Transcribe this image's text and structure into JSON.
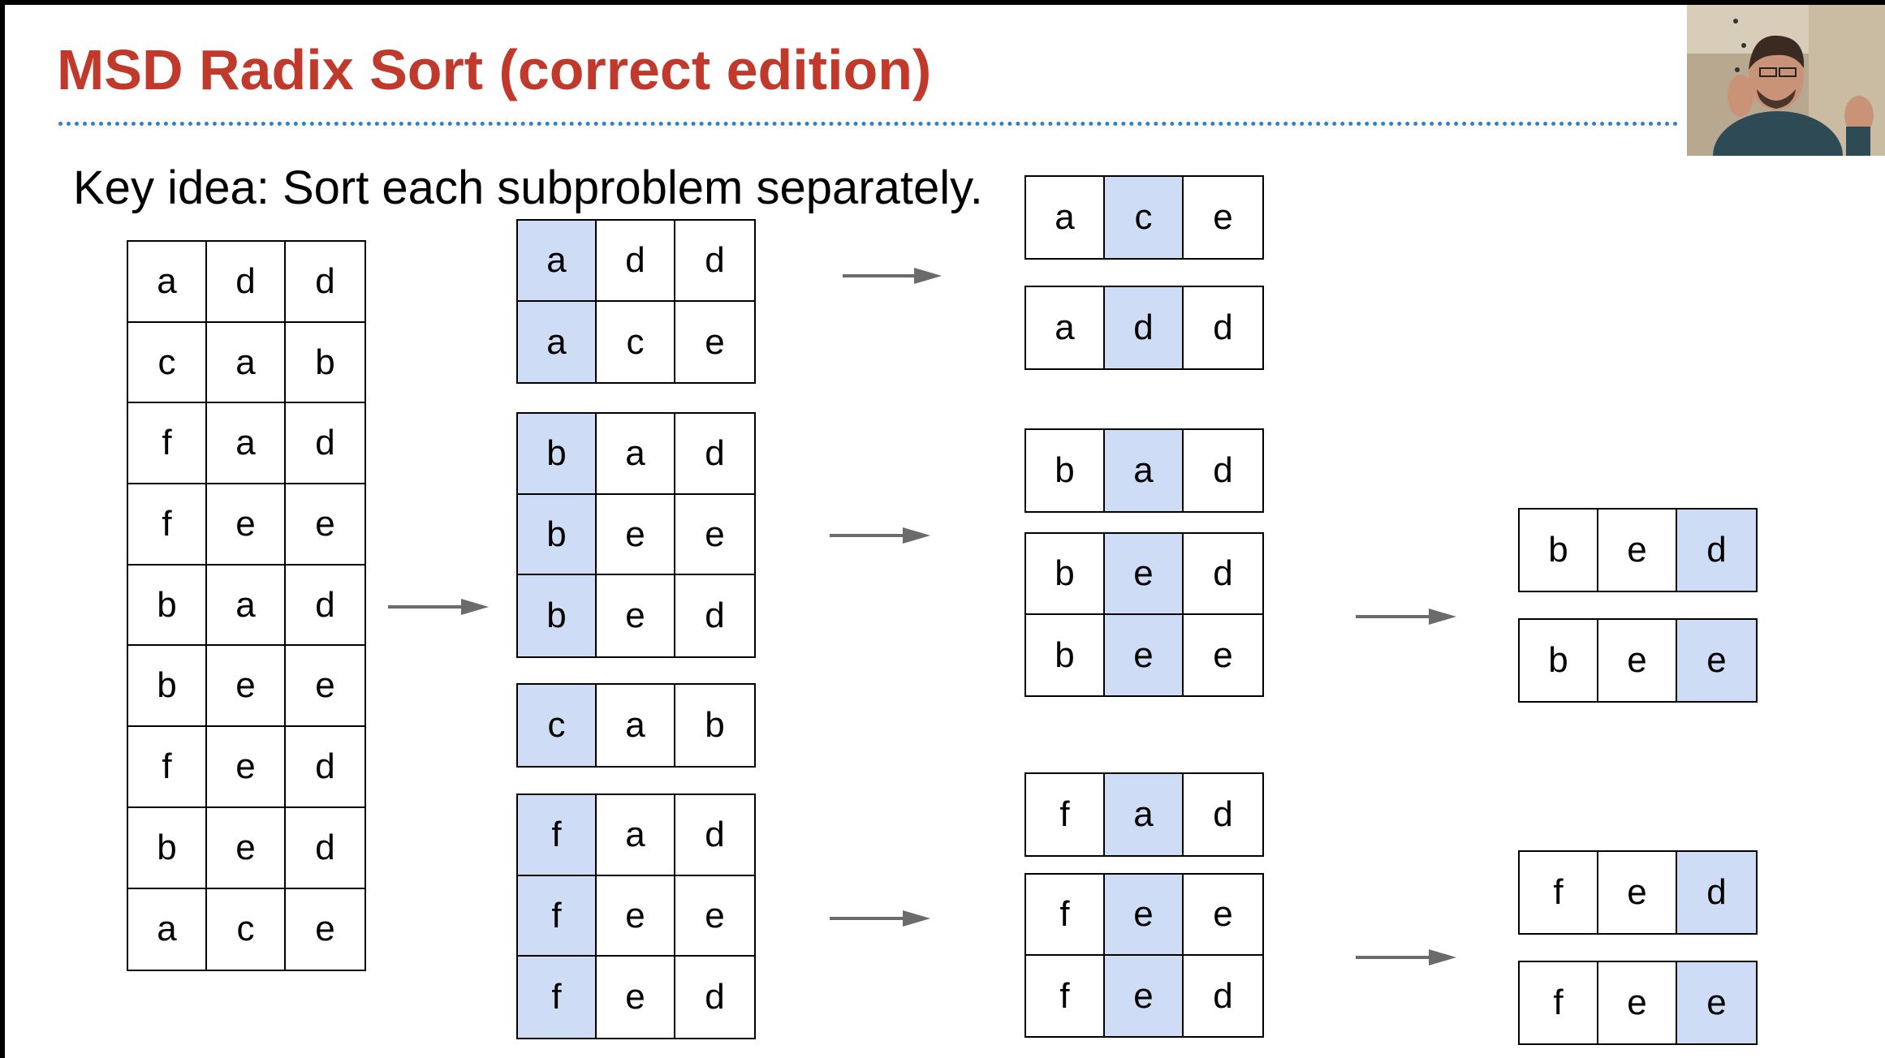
{
  "slide": {
    "title": "MSD Radix Sort (correct edition)",
    "key_idea": "Key idea: Sort each subproblem separately."
  },
  "colors": {
    "title": "#c0392b",
    "highlight": "#cfdcf5",
    "rule": "#2f80c8",
    "arrow": "#6b6b6b"
  },
  "tables": {
    "input": [
      [
        "a",
        "d",
        "d"
      ],
      [
        "c",
        "a",
        "b"
      ],
      [
        "f",
        "a",
        "d"
      ],
      [
        "f",
        "e",
        "e"
      ],
      [
        "b",
        "a",
        "d"
      ],
      [
        "b",
        "e",
        "e"
      ],
      [
        "f",
        "e",
        "d"
      ],
      [
        "b",
        "e",
        "d"
      ],
      [
        "a",
        "c",
        "e"
      ]
    ],
    "group_a": [
      [
        "a",
        "d",
        "d"
      ],
      [
        "a",
        "c",
        "e"
      ]
    ],
    "group_b": [
      [
        "b",
        "a",
        "d"
      ],
      [
        "b",
        "e",
        "e"
      ],
      [
        "b",
        "e",
        "d"
      ]
    ],
    "group_c": [
      [
        "c",
        "a",
        "b"
      ]
    ],
    "group_f": [
      [
        "f",
        "a",
        "d"
      ],
      [
        "f",
        "e",
        "e"
      ],
      [
        "f",
        "e",
        "d"
      ]
    ],
    "ace": [
      [
        "a",
        "c",
        "e"
      ]
    ],
    "add": [
      [
        "a",
        "d",
        "d"
      ]
    ],
    "bad": [
      [
        "b",
        "a",
        "d"
      ]
    ],
    "be": [
      [
        "b",
        "e",
        "d"
      ],
      [
        "b",
        "e",
        "e"
      ]
    ],
    "fad": [
      [
        "f",
        "a",
        "d"
      ]
    ],
    "fe": [
      [
        "f",
        "e",
        "e"
      ],
      [
        "f",
        "e",
        "d"
      ]
    ],
    "bed": [
      [
        "b",
        "e",
        "d"
      ]
    ],
    "bee": [
      [
        "b",
        "e",
        "e"
      ]
    ],
    "fed": [
      [
        "f",
        "e",
        "d"
      ]
    ],
    "fee": [
      [
        "f",
        "e",
        "e"
      ]
    ]
  },
  "icons": {
    "arrow": "right-arrow-icon",
    "webcam": "presenter-webcam-overlay"
  }
}
